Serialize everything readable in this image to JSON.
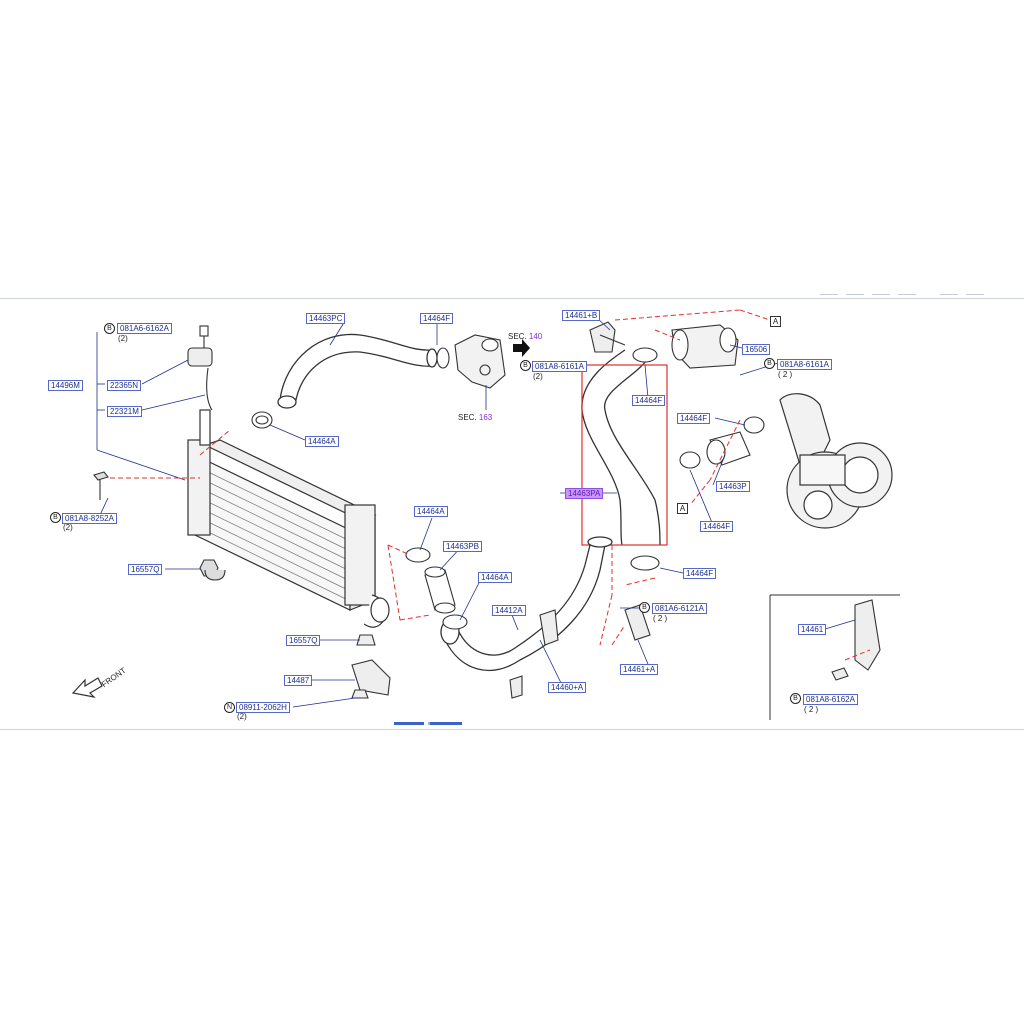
{
  "colors": {
    "leader": "#1d2f8f",
    "section": "#8a2bd6",
    "dashed": "#e0302d",
    "highlight": "#c995ff"
  },
  "icons": {
    "front_arrow": "front-arrow-icon",
    "section_arrow": "section-arrow-icon"
  },
  "callouts": {
    "b1": "081A6-6162A",
    "b1q": "(2)",
    "p22365N": "22365N",
    "p22321M": "22321M",
    "p14496M": "14496M",
    "b2": "081A8-8252A",
    "b2q": "(2)",
    "p16557Q_a": "16557Q",
    "p14463PC": "14463PC",
    "p14464A_a": "14464A",
    "p14464F_a": "14464F",
    "sec140": "SEC.",
    "sec140n": "140",
    "sec163": "SEC.",
    "sec163n": "163",
    "b3": "081A8-6161A",
    "b3q": "(2)",
    "p14461B": "14461+B",
    "p16506": "16506",
    "b4": "081A8-6161A",
    "b4q": "( 2 )",
    "p14464F_b": "14464F",
    "p14464F_c": "14464F",
    "p14463PA": "14463PA",
    "p14463P": "14463P",
    "p14464F_d": "14464F",
    "p14464A_b": "14464A",
    "p14463PB": "14463PB",
    "p14464A_c": "14464A",
    "p14412A": "14412A",
    "p14464F_e": "14464F",
    "b5": "081A6-6121A",
    "b5q": "( 2 )",
    "p14461A": "14461+A",
    "p14460A": "14460+A",
    "p16557Q_b": "16557Q",
    "p14487": "14487",
    "n1": "08911-2062H",
    "n1q": "(2)",
    "p14461": "14461",
    "b6": "081A8-6162A",
    "b6q": "( 2 )",
    "front": "FRONT",
    "boxA1": "A",
    "boxA2": "A",
    "circB": "B",
    "circN": "N"
  }
}
